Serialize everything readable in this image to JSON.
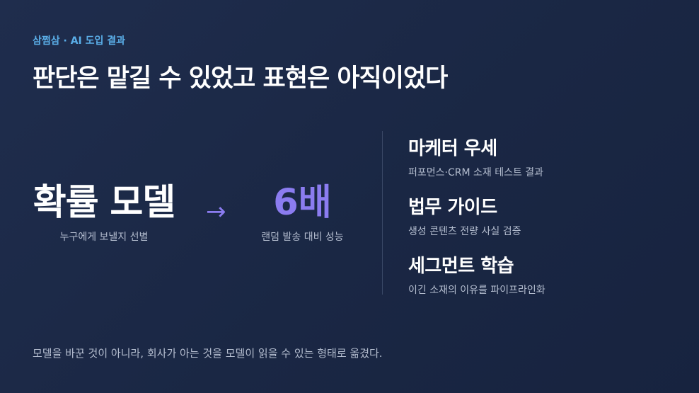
{
  "eyebrow": "삼쩜삼 · AI 도입 결과",
  "title": "판단은 맡길 수 있었고 표현은 아직이었다",
  "left": {
    "term": "확률 모델",
    "caption": "누구에게 보낼지 선별"
  },
  "arrow": "→",
  "middle": {
    "value": "6배",
    "caption": "랜덤 발송 대비 성능"
  },
  "items": [
    {
      "title": "마케터 우세",
      "desc": "퍼포먼스·CRM 소재 테스트 결과"
    },
    {
      "title": "법무 가이드",
      "desc": "생성 콘텐츠 전량 사실 검증"
    },
    {
      "title": "세그먼트 학습",
      "desc": "이긴 소재의 이유를 파이프라인화"
    }
  ],
  "footer": "모델을 바꾼 것이 아니라, 회사가 아는 것을 모델이 읽을 수 있는 형태로 옮겼다.",
  "colors": {
    "background": "#1c2947",
    "accent_blue": "#5aaee8",
    "accent_purple": "#8b7cf0",
    "muted_text": "#b4bdcf"
  }
}
